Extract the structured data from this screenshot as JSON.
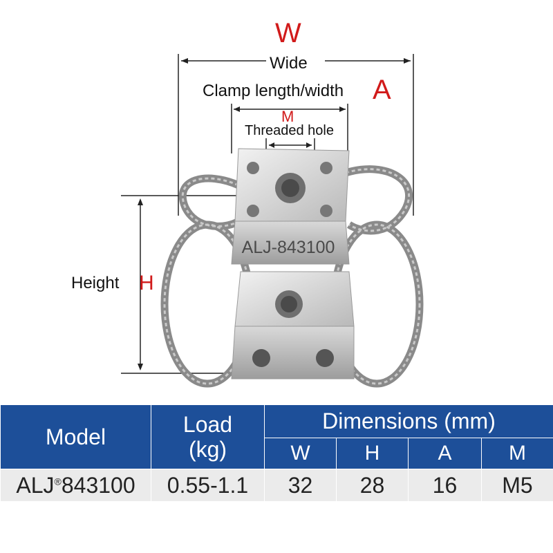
{
  "diagram": {
    "w_letter": "W",
    "wide_label": "Wide",
    "clamp_label": "Clamp length/width",
    "a_letter": "A",
    "m_letter": "M",
    "threaded_label": "Threaded hole",
    "height_label": "Height",
    "h_letter": "H",
    "engraving": "ALJ-843100"
  },
  "colors": {
    "header_blue": "#1d4f99",
    "accent_red": "#d11a1a",
    "row_gray": "#ebebeb"
  },
  "table": {
    "headers": {
      "model": "Model",
      "load_line1": "Load",
      "load_line2": "(kg)",
      "dimensions": "Dimensions (mm)",
      "w": "W",
      "h": "H",
      "a": "A",
      "m": "M"
    },
    "row": {
      "model_prefix": "ALJ",
      "model_mark": "®",
      "model_number": "843100",
      "load": "0.55-1.1",
      "w": "32",
      "h": "28",
      "a": "16",
      "m": "M5"
    }
  }
}
